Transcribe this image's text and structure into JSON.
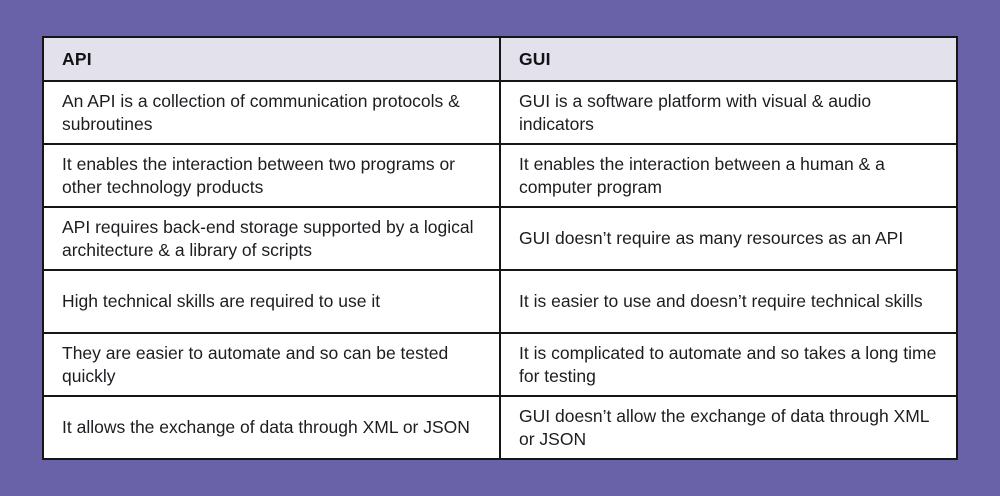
{
  "colors": {
    "page_background": "#6a62a8",
    "header_background": "#e2e1ec",
    "row_background": "#ffffff",
    "border": "#161616",
    "text": "#1d1d21"
  },
  "chart_data": {
    "type": "table",
    "title": "",
    "columns": [
      "API",
      "GUI"
    ],
    "rows": [
      [
        "An API is a collection of communication protocols & subroutines",
        "GUI is a software platform with visual & audio indicators"
      ],
      [
        "It enables the interaction between two programs or other technology products",
        "It enables the interaction between a human & a computer program"
      ],
      [
        "API requires back-end storage supported by a logical architecture & a library of scripts",
        "GUI doesn’t require as many resources as an API"
      ],
      [
        "High technical skills are required to use it",
        "It is easier to use and doesn’t require technical skills"
      ],
      [
        "They are easier to automate and so can be tested quickly",
        "It is complicated to automate and so takes a long time for testing"
      ],
      [
        "It allows the exchange of data through XML or JSON",
        "GUI doesn’t allow the exchange of data through XML or JSON"
      ]
    ]
  }
}
